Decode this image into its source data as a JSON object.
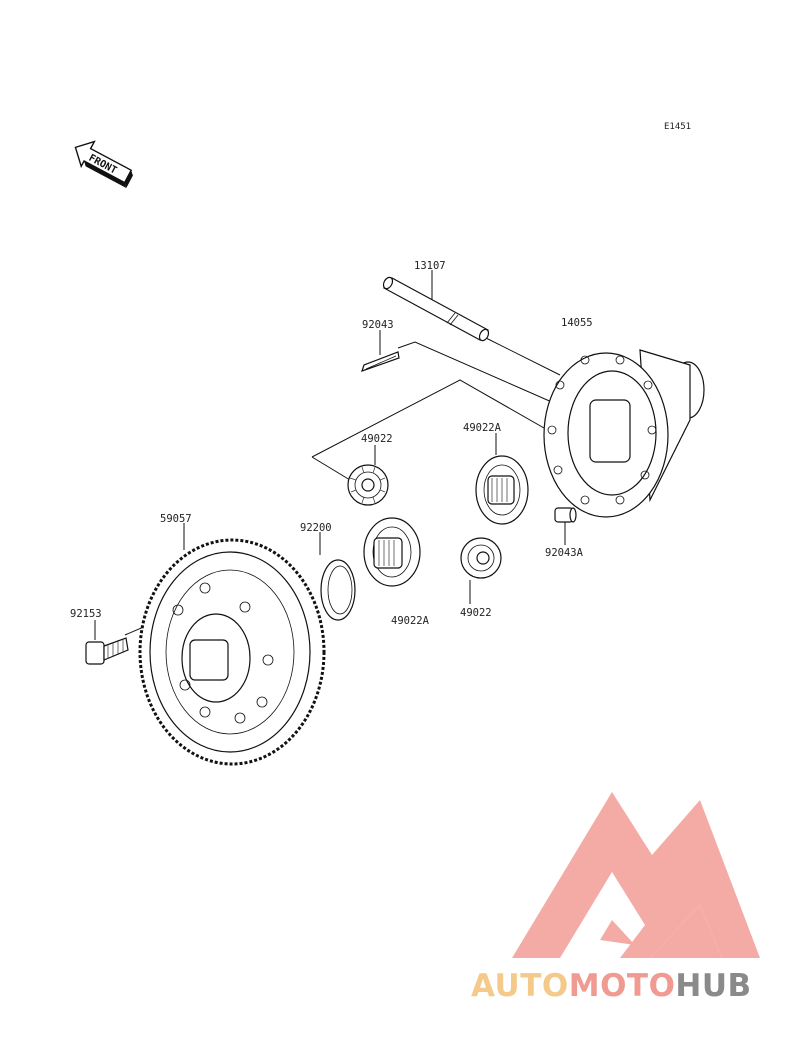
{
  "diagram": {
    "code": "E1451",
    "front_label": "FRONT"
  },
  "parts": [
    {
      "id": "p13107",
      "label": "13107"
    },
    {
      "id": "p14055",
      "label": "14055"
    },
    {
      "id": "p92043",
      "label": "92043"
    },
    {
      "id": "p49022_a",
      "label": "49022"
    },
    {
      "id": "p49022A_a",
      "label": "49022A"
    },
    {
      "id": "p59057",
      "label": "59057"
    },
    {
      "id": "p92200",
      "label": "92200"
    },
    {
      "id": "p92043A",
      "label": "92043A"
    },
    {
      "id": "p92153",
      "label": "92153"
    },
    {
      "id": "p49022A_b",
      "label": "49022A"
    },
    {
      "id": "p49022_b",
      "label": "49022"
    }
  ],
  "watermark": {
    "word_part1": "AUTO",
    "word_part2": "MOTO",
    "word_part3": "HUB",
    "colors": {
      "auto": "#f5c98a",
      "moto": "#f19a92",
      "hub": "#8a8a8a",
      "logo": "#f4a39c"
    }
  }
}
